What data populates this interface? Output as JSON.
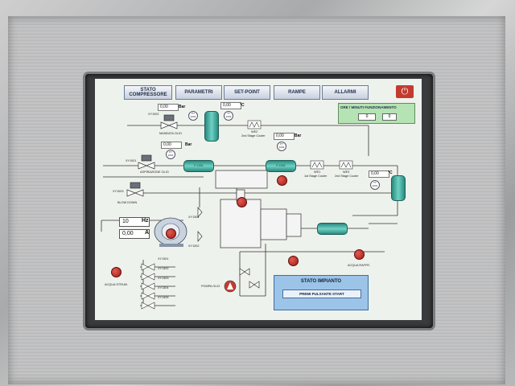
{
  "tabs": [
    {
      "label": "STATO COMPRESSORE"
    },
    {
      "label": "PARAMETRI"
    },
    {
      "label": "SET-POINT"
    },
    {
      "label": "RAMPE"
    },
    {
      "label": "ALLARMI"
    }
  ],
  "power_icon": "power-icon",
  "hours_panel": {
    "title": "ORE / MINUTI FUNZIONAMENTO",
    "hours": "0",
    "minutes": "0"
  },
  "readings": {
    "p1": {
      "value": "0,00",
      "unit": "Bar"
    },
    "t1": {
      "value": "0,00",
      "unit": "°C"
    },
    "p2": {
      "value": "0,00",
      "unit": "Bar"
    },
    "p3": {
      "value": "0,00",
      "unit": "Bar"
    },
    "t2": {
      "value": "0,00",
      "unit": "°C"
    },
    "freq": {
      "value": "10",
      "unit": "Hz"
    },
    "current": {
      "value": "0,00",
      "unit": "A"
    }
  },
  "instruments": {
    "pt1003": "PT 1003",
    "tt1003": "TT 1003",
    "pt1001": "PT 1001",
    "pt1004": "PT 1004",
    "tt1001": "TT 1001"
  },
  "tanks": {
    "p1001": "P-1001",
    "p1002": "P-1002"
  },
  "labels": {
    "valve_top": "XY1002",
    "valve_top_name": "MANDATA OLIO",
    "valve_asp": "XY1001",
    "valve_asp_name": "ASPIRAZIONE OLIO",
    "valve_blow": "XY1003",
    "valve_blow_name": "BLOW DOWN",
    "cooler_2nd": "WE2",
    "cooler_2nd_name": "2nd Stage Cooler",
    "cooler_we1": "WE1",
    "cooler_we1_name": "1st Stage Cooler",
    "cooler_we3": "WE3",
    "cooler_we3_name": "2nd Stage Cooler",
    "valve_a": "XY1301",
    "valve_b": "XY1302",
    "pump": "POMPA OLIO",
    "acqua_strum": "ACQUA STRUM.",
    "acqua_raff": "ACQUA RAFFR.",
    "bank": [
      "XY1301",
      "XY1302",
      "XY1303",
      "XY1304",
      "XY1305"
    ]
  },
  "stato_impianto": {
    "title": "STATO IMPIANTO",
    "message": "PREMI PULSANTE START"
  }
}
